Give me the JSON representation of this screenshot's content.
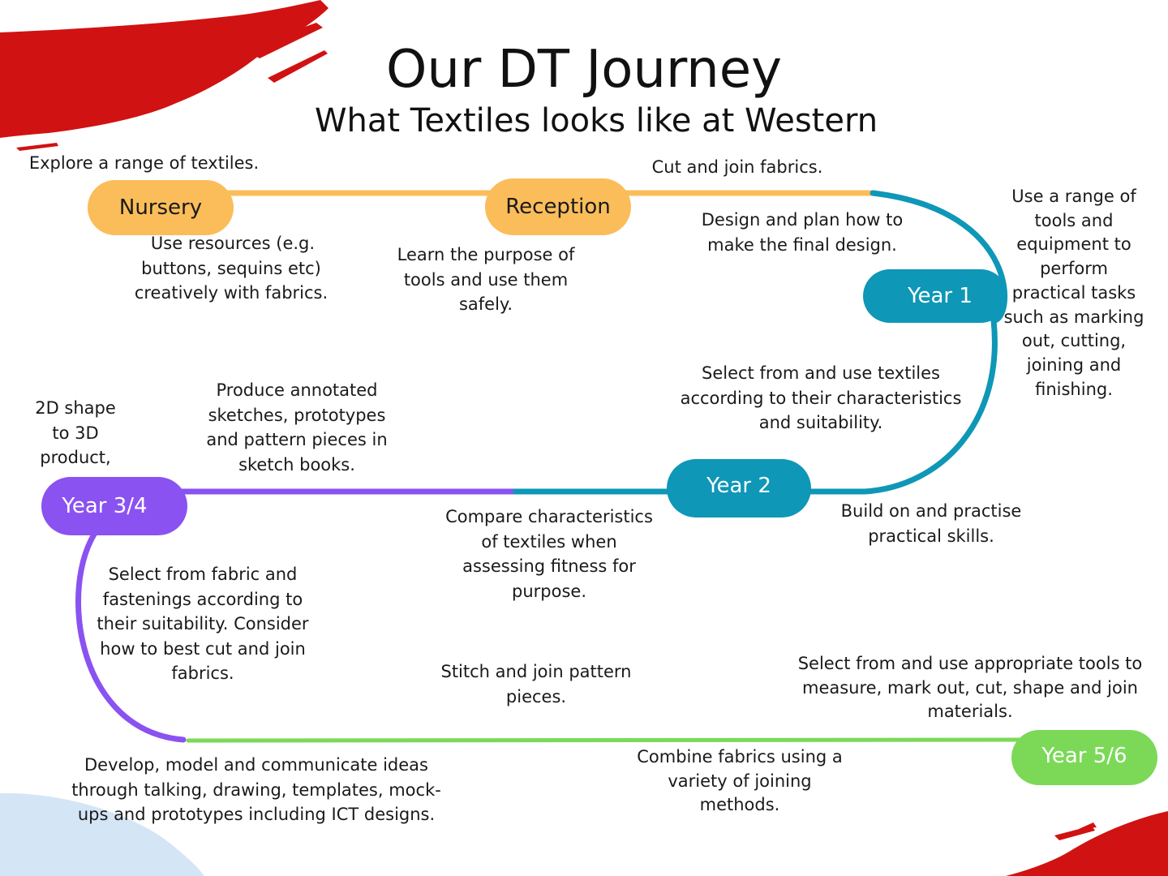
{
  "title": "Our DT Journey",
  "subtitle": "What  Textiles looks like at Western",
  "colors": {
    "early_years": "#FBBD5A",
    "year1_2": "#0E97B7",
    "year3_4": "#8A52F1",
    "year5_6": "#7BD957",
    "brush": "#D11212",
    "corner_blue": "#D4E5F6"
  },
  "stages": {
    "nursery": "Nursery",
    "reception": "Reception",
    "year1": "Year 1",
    "year2": "Year 2",
    "year34": "Year 3/4",
    "year56": "Year 5/6"
  },
  "notes": {
    "explore": [
      "Explore a range of textiles."
    ],
    "cut_join": [
      "Cut and join fabrics."
    ],
    "use_resources": [
      "Use resources (e.g.",
      "buttons, sequins etc)",
      "creatively with fabrics."
    ],
    "learn_purpose": [
      "Learn the purpose of",
      "tools and use them",
      "safely."
    ],
    "design_plan": [
      "Design and plan how to",
      "make the final design."
    ],
    "range_tools": [
      "Use a range of",
      "tools and",
      "equipment to",
      "perform",
      "practical tasks",
      "such as marking",
      "out, cutting,",
      "joining and",
      "finishing."
    ],
    "shape_2d": [
      "2D shape",
      "to 3D",
      "product,"
    ],
    "annotated": [
      "Produce annotated",
      "sketches, prototypes",
      "and pattern pieces in",
      "sketch books."
    ],
    "select_textiles": [
      "Select from and use textiles",
      "according to their characteristics",
      "and suitability."
    ],
    "build_practise": [
      "Build on and practise",
      "practical skills."
    ],
    "compare": [
      "Compare characteristics",
      "of textiles when",
      "assessing fitness for",
      "purpose."
    ],
    "select_fabric": [
      "Select  from fabric and",
      "fastenings according to",
      "their suitability. Consider",
      "how to best cut and join",
      "fabrics."
    ],
    "stitch": [
      "Stitch and join pattern",
      "pieces."
    ],
    "select_tools": [
      "Select from and use appropriate tools to",
      "measure, mark out, cut, shape and join",
      "materials."
    ],
    "develop": [
      "Develop, model and communicate ideas",
      "through talking, drawing, templates, mock-",
      "ups and prototypes including ICT designs."
    ],
    "combine": [
      "Combine fabrics using a",
      "variety of joining",
      "methods."
    ]
  }
}
